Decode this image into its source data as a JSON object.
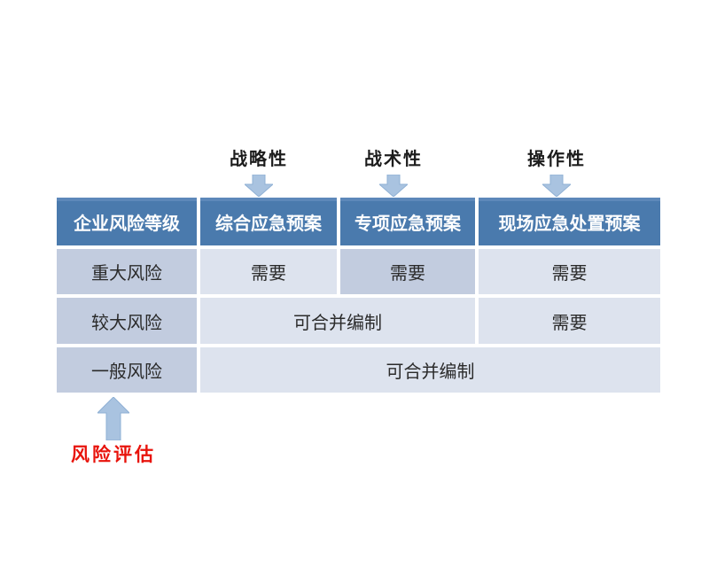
{
  "colors": {
    "header_bg": "#4a7aad",
    "header_bg_top": "#5d88ba",
    "header_text": "#ffffff",
    "level_cell_bg": "#c2ccdf",
    "light_cell_bg": "#dde3ee",
    "body_text": "#2b2b2b",
    "arrow_fill": "#a9c3e0",
    "arrow_edge": "#8fb0d4",
    "plan_label_text": "#1c1c1c",
    "assessment_text": "#e8130b"
  },
  "icons": {
    "down_arrow": "css-triangle-down",
    "up_arrow": "css-triangle-up"
  },
  "plan_types": [
    {
      "label": "战略性"
    },
    {
      "label": "战术性"
    },
    {
      "label": "操作性"
    }
  ],
  "table": {
    "headers": [
      "企业风险等级",
      "综合应急预案",
      "专项应急预案",
      "现场应急处置预案"
    ],
    "row_major": {
      "level": "重大风险",
      "comprehensive": "需要",
      "special": "需要",
      "onsite": "需要"
    },
    "row_larger": {
      "level": "较大风险",
      "combined": "可合并编制",
      "onsite": "需要"
    },
    "row_general": {
      "level": "一般风险",
      "combined": "可合并编制"
    }
  },
  "assessment_label": "风险评估"
}
